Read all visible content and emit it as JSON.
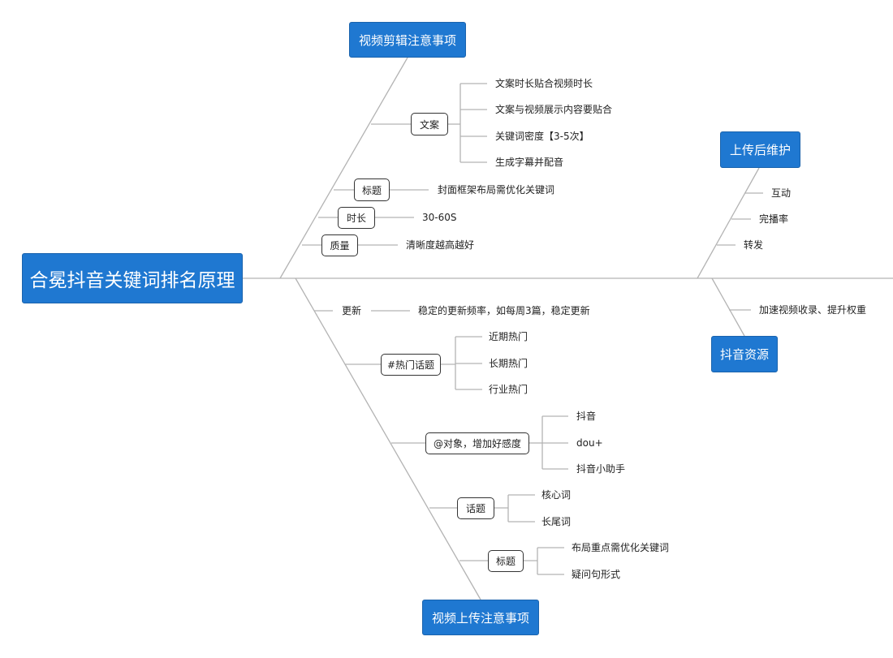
{
  "root": "合冕抖音关键词排名原理",
  "categories": {
    "edit": "视频剪辑注意事项",
    "upload": "视频上传注意事项",
    "maintain": "上传后维护",
    "resource": "抖音资源"
  },
  "edit": {
    "copy": {
      "label": "文案",
      "items": [
        "文案时长贴合视频时长",
        "文案与视频展示内容要贴合",
        "关键词密度【3-5次】",
        "生成字幕并配音"
      ]
    },
    "title": {
      "label": "标题",
      "detail": "封面框架布局需优化关键词"
    },
    "duration": {
      "label": "时长",
      "detail": "30-60S"
    },
    "quality": {
      "label": "质量",
      "detail": "清晰度越高越好"
    }
  },
  "maintain": {
    "items": [
      "互动",
      "完播率",
      "转发"
    ]
  },
  "resource": {
    "items": [
      "加速视频收录、提升权重"
    ]
  },
  "upload": {
    "update": {
      "label": "更新",
      "detail": "稳定的更新频率，如每周3篇，稳定更新"
    },
    "hot": {
      "label": "#热门话题",
      "items": [
        "近期热门",
        "长期热门",
        "行业热门"
      ]
    },
    "mention": {
      "label": "@对象，增加好感度",
      "items": [
        "抖音",
        "dou+",
        "抖音小助手"
      ]
    },
    "topic": {
      "label": "话题",
      "items": [
        "核心词",
        "长尾词"
      ]
    },
    "title": {
      "label": "标题",
      "items": [
        "布局重点需优化关键词",
        "疑问句形式"
      ]
    }
  }
}
